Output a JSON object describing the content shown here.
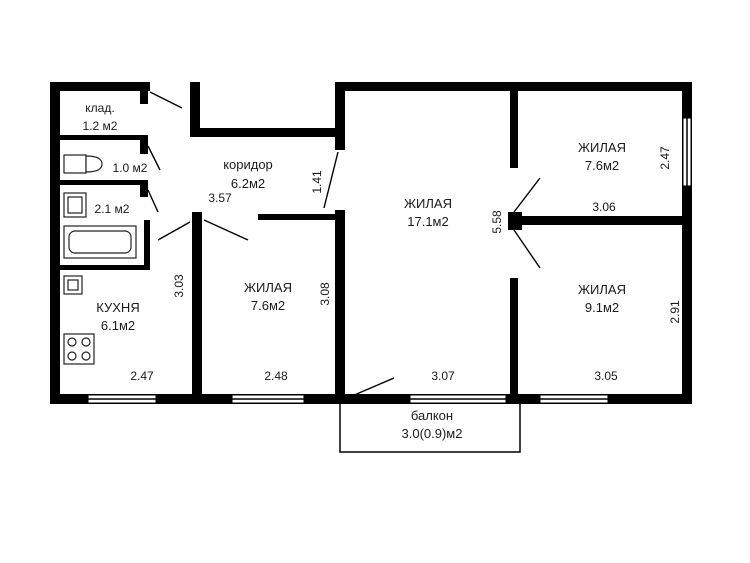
{
  "rooms": {
    "storage": {
      "name": "клад.",
      "area": "1.2 м2"
    },
    "wc": {
      "area": "1.0 м2"
    },
    "bath": {
      "area": "2.1 м2"
    },
    "corridor": {
      "name": "коридор",
      "area": "6.2м2"
    },
    "kitchen": {
      "name": "КУХНЯ",
      "area": "6.1м2"
    },
    "living_small": {
      "name": "ЖИЛАЯ",
      "area": "7.6м2"
    },
    "living_main": {
      "name": "ЖИЛАЯ",
      "area": "17.1м2"
    },
    "living_upper_right": {
      "name": "ЖИЛАЯ",
      "area": "7.6м2"
    },
    "living_lower_right": {
      "name": "ЖИЛАЯ",
      "area": "9.1м2"
    },
    "balcony": {
      "name": "балкон",
      "area": "3.0(0.9)м2"
    }
  },
  "dimensions": {
    "corridor_width": "3.57",
    "corridor_door": "1.41",
    "kitchen_height": "3.03",
    "kitchen_width": "2.47",
    "small_room_height": "3.08",
    "small_room_width": "2.48",
    "main_room_depth": "5.58",
    "main_room_width": "3.07",
    "upper_right_height": "2.47",
    "upper_right_width": "3.06",
    "lower_right_height": "2.91",
    "lower_right_width": "3.05"
  }
}
